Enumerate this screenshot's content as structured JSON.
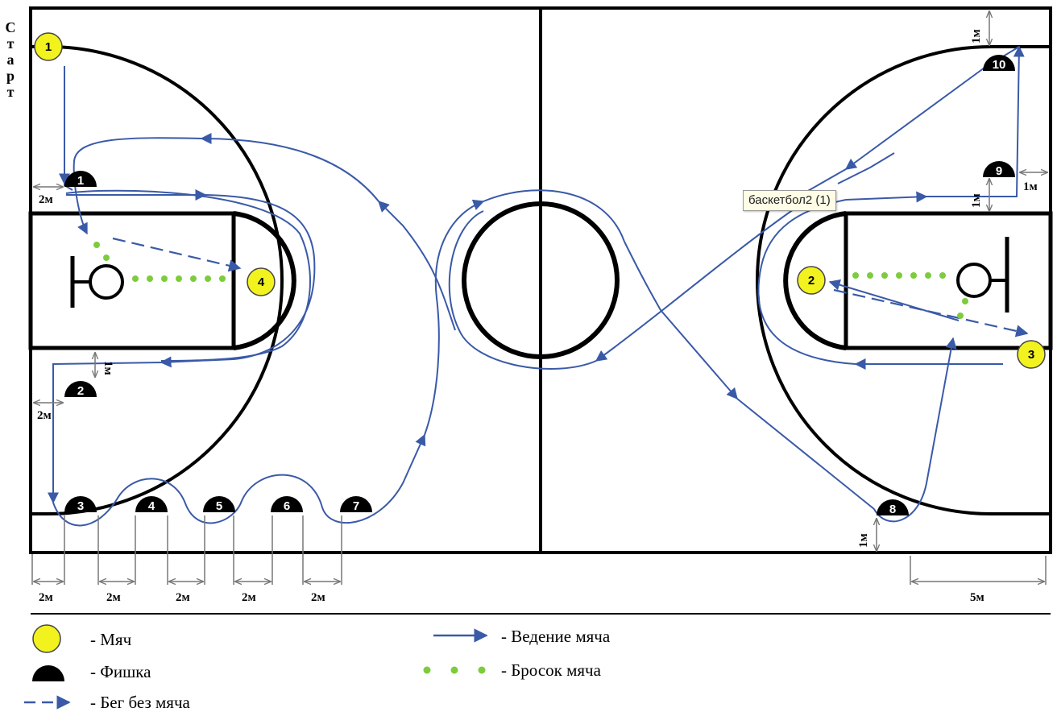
{
  "start_label": [
    "С",
    "т",
    "а",
    "р",
    "т"
  ],
  "tooltip": "баскетбол2 (1)",
  "balls": [
    "1",
    "4",
    "2",
    "3"
  ],
  "cones": [
    "1",
    "2",
    "3",
    "4",
    "5",
    "6",
    "7",
    "8",
    "9",
    "10"
  ],
  "dimensions": {
    "left_2m_top": "2м",
    "left_1m": "1м",
    "left_2m_mid": "2м",
    "bottom": [
      "2м",
      "2м",
      "2м",
      "2м",
      "2м"
    ],
    "right_1m_top": "1м",
    "right_1m_side": "1м",
    "right_1m_under9": "1м",
    "right_1m_bottom": "1м",
    "right_5m": "5м"
  },
  "legend": {
    "ball": "- Мяч",
    "cone": "- Фишка",
    "run": "- Бег без мяча",
    "dribble": "- Ведение мяча",
    "shot": "- Бросок мяча"
  },
  "colors": {
    "path": "#3a5aa8",
    "ball": "#f2f21e",
    "shot_dots": "#7ccc3c",
    "court_lines": "#000000"
  }
}
